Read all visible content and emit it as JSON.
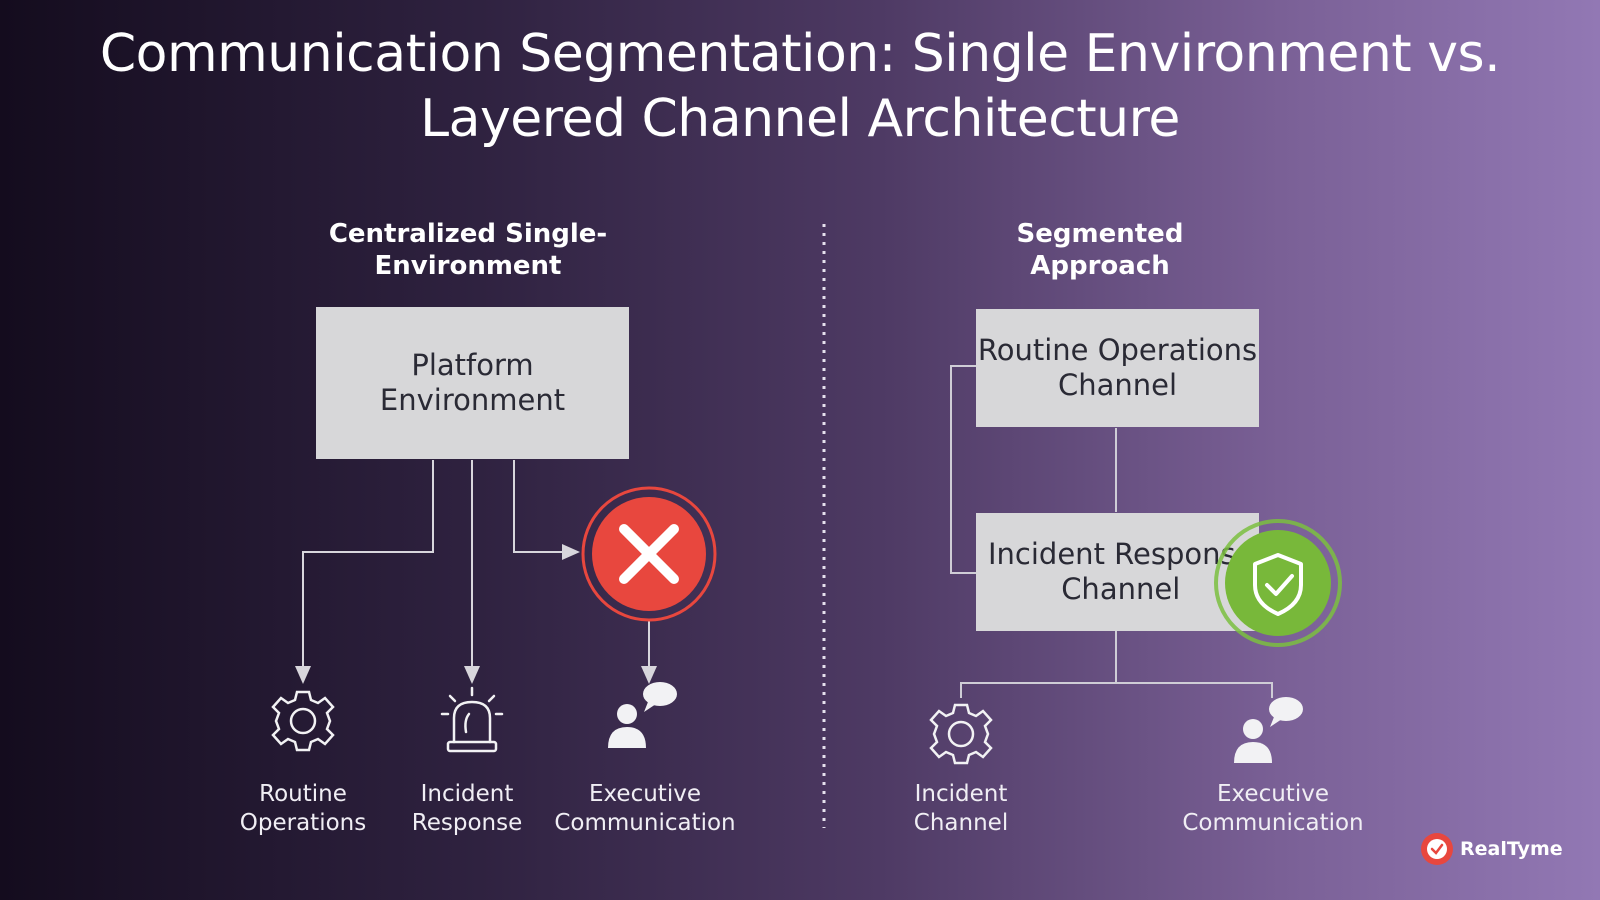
{
  "title": {
    "line1": "Communication Segmentation: Single Environment vs.",
    "line2": "Layered Channel Architecture"
  },
  "left": {
    "heading_line1": "Centralized Single-",
    "heading_line2": "Environment",
    "box_line1": "Platform",
    "box_line2": "Environment",
    "status_icon": "red-x-icon",
    "items": [
      {
        "icon": "gear-icon",
        "line1": "Routine",
        "line2": "Operations"
      },
      {
        "icon": "alarm-siren-icon",
        "line1": "Incident",
        "line2": "Response"
      },
      {
        "icon": "person-speech-icon",
        "line1": "Executive",
        "line2": "Communication"
      }
    ]
  },
  "right": {
    "heading_line1": "Segmented",
    "heading_line2": "Approach",
    "box1_line1": "Routine Operations",
    "box1_line2": "Channel",
    "box2_line1": "Incident Response",
    "box2_line2": "Channel",
    "status_icon": "green-shield-check-icon",
    "items": [
      {
        "icon": "gear-icon",
        "line1": "Incident",
        "line2": "Channel"
      },
      {
        "icon": "person-speech-icon",
        "line1": "Executive",
        "line2": "Communication"
      }
    ]
  },
  "brand": {
    "name": "RealTyme"
  },
  "colors": {
    "red": "#e8473e",
    "green": "#7bbf3f",
    "box": "#d7d7d9"
  }
}
